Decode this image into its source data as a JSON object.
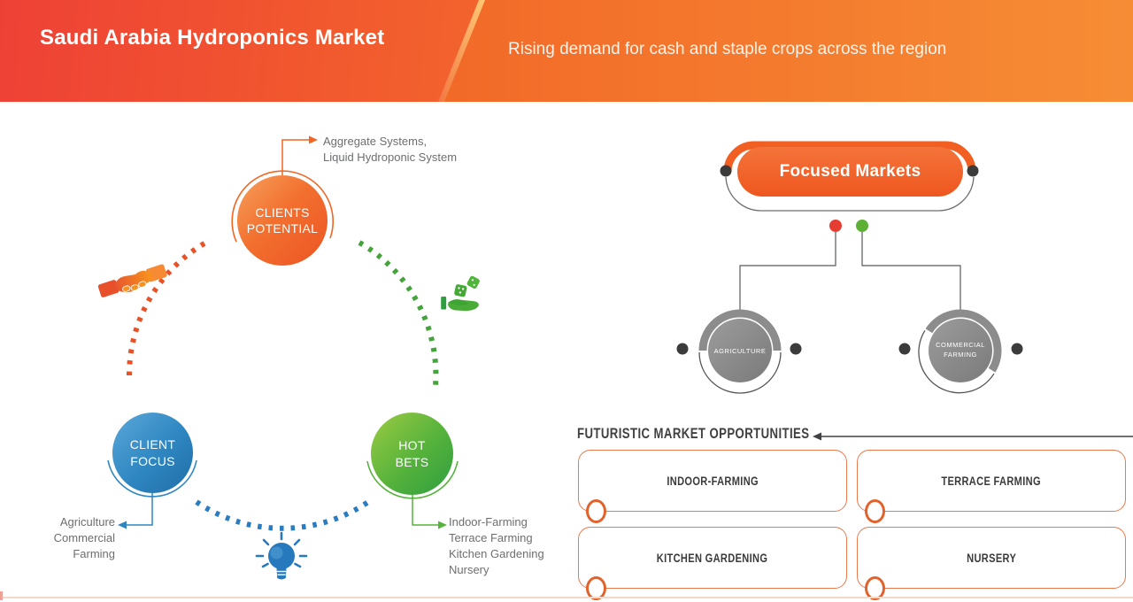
{
  "header": {
    "title": "Saudi Arabia Hydroponics Market",
    "subtitle": "Rising demand for cash and staple crops across the region"
  },
  "cycle": {
    "nodes": [
      {
        "label": "CLIENTS\nPOTENTIAL",
        "annotation": "Aggregate Systems,\nLiquid Hydroponic System"
      },
      {
        "label": "CLIENT\nFOCUS",
        "annotation": "Agriculture\nCommercial\nFarming"
      },
      {
        "label": "HOT\nBETS",
        "annotation": "Indoor-Farming\nTerrace Farming\nKitchen Gardening\nNursery"
      }
    ],
    "icons": [
      "handshake-icon",
      "dice-hand-icon",
      "lightbulb-icon"
    ]
  },
  "focused_markets": {
    "title": "Focused Markets",
    "branches": [
      {
        "label": "AGRICULTURE"
      },
      {
        "label": "COMMERCIAL\nFARMING"
      }
    ]
  },
  "opportunities": {
    "heading": "FUTURISTIC MARKET OPPORTUNITIES",
    "items": [
      "INDOOR-FARMING",
      "TERRACE FARMING",
      "KITCHEN GARDENING",
      "NURSERY"
    ]
  },
  "colors": {
    "header_red": "#ee4136",
    "header_orange": "#f4792c",
    "accent_orange": "#f15f22",
    "node_orange": "#ec5423",
    "node_blue": "#2e86c1",
    "node_green": "#2f9e3f",
    "arc_orange": "#e95228",
    "arc_green": "#44a33a",
    "arc_blue": "#2a7cc0",
    "gray_circle": "#8c8c8c",
    "dot_red": "#e63c32",
    "dot_green": "#5cb135",
    "dot_black": "#3b3b3b",
    "text_gray": "#6d6e71",
    "box_border": "#e87a50"
  }
}
